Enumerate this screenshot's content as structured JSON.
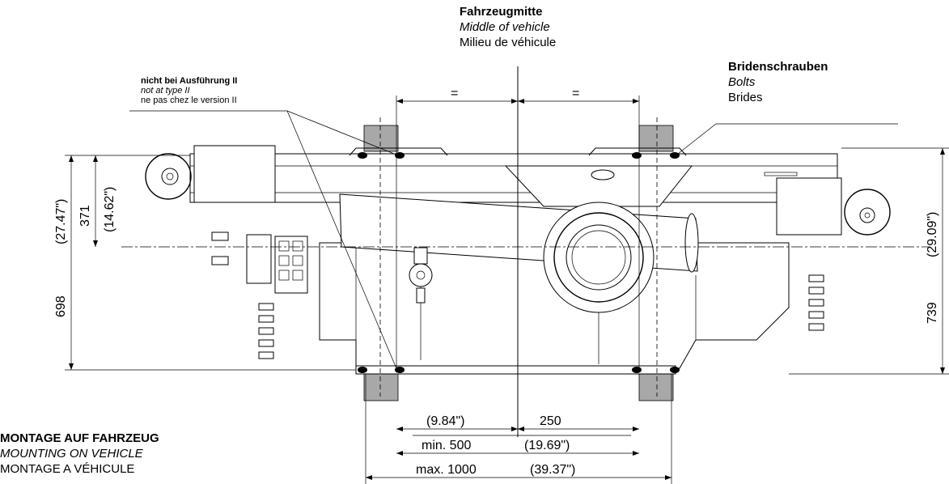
{
  "labels": {
    "vehicle_center": {
      "de": "Fahrzeugmitte",
      "en": "Middle of vehicle",
      "fr": "Milieu de véhicule"
    },
    "not_at_type": {
      "de": "nicht bei Ausführung II",
      "en": "not at type II",
      "fr": "ne pas chez le version II"
    },
    "bolts": {
      "de": "Bridenschrauben",
      "en": "Bolts",
      "fr": "Brides"
    },
    "mounting": {
      "de": "MONTAGE AUF FAHRZEUG",
      "en": "MOUNTING ON VEHICLE",
      "fr": "MONTAGE A VÉHICULE"
    }
  },
  "dimensions": {
    "equal_left": "=",
    "equal_right": "=",
    "height_371": "371",
    "height_371_in": "(14.62\")",
    "height_698": "698",
    "height_698_in": "(27.47\")",
    "height_739": "739",
    "height_739_in": "(29.09\")",
    "half_min_in": "(9.84\")",
    "half_min": "250",
    "min_width": "min. 500",
    "min_width_in": "(19.69\")",
    "max_width": "max. 1000",
    "max_width_in": "(39.37\")"
  }
}
